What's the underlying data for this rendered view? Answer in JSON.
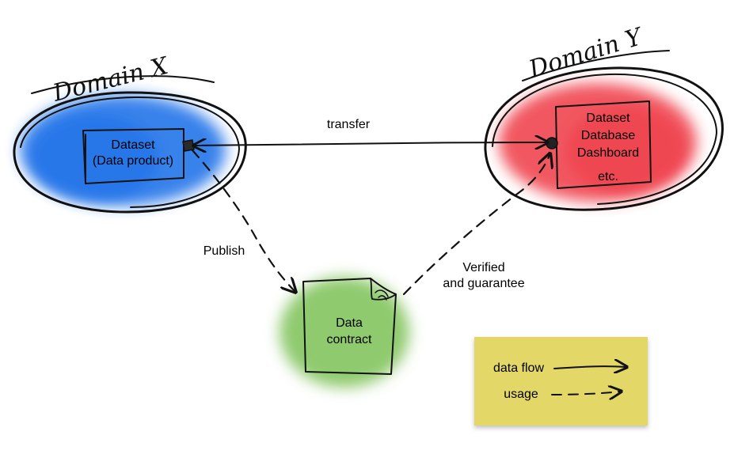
{
  "domain_x": {
    "title": "Domain X",
    "dataset_lines": [
      "Dataset",
      "(Data product)"
    ],
    "color": "#2f7bea"
  },
  "domain_y": {
    "title": "Domain Y",
    "asset_lines": [
      "Dataset",
      "Database",
      "Dashboard",
      "etc."
    ],
    "color": "#f0454f"
  },
  "contract": {
    "lines": [
      "Data",
      "contract"
    ],
    "color": "#7cc155"
  },
  "edges": {
    "transfer": "transfer",
    "publish": "Publish",
    "verified": [
      "Verified",
      "and guarantee"
    ]
  },
  "legend": {
    "data_flow": "data flow",
    "usage": "usage",
    "color": "#e3d768"
  }
}
